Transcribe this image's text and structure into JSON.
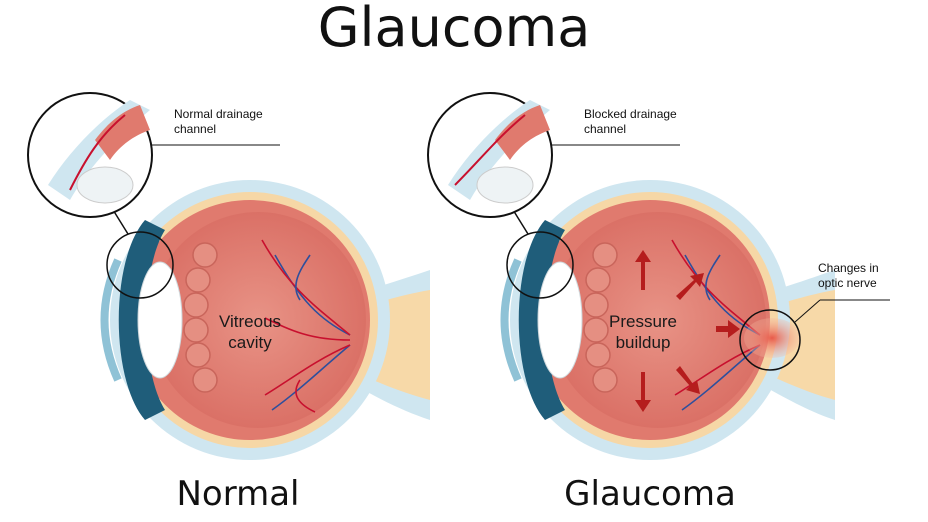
{
  "title": "Glaucoma",
  "normal": {
    "caption": "Normal",
    "callout_line1": "Normal drainage",
    "callout_line2": "channel",
    "cavity_line1": "Vitreous",
    "cavity_line2": "cavity"
  },
  "glaucoma": {
    "caption": "Glaucoma",
    "callout_line1": "Blocked drainage",
    "callout_line2": "channel",
    "pressure_line1": "Pressure",
    "pressure_line2": "buildup",
    "nerve_line1": "Changes in",
    "nerve_line2": "optic nerve"
  },
  "colors": {
    "sclera_outer": "#cfe6f0",
    "eye_body": "#e07a6e",
    "eye_inner": "#e58f82",
    "retina": "#f6d7a6",
    "nerve": "#f7d9a8",
    "vessel_red": "#c8102e",
    "vessel_blue": "#2e4f9c",
    "arrow": "#b51d1d"
  }
}
